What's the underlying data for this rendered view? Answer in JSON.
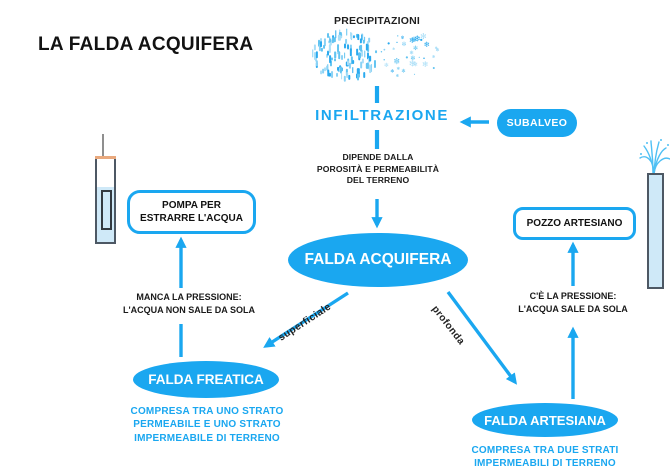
{
  "title": "LA FALDA ACQUIFERA",
  "colors": {
    "accent_blue": "#1aa7f0",
    "text_dark": "#1a1a1a",
    "water_light": "#cfe9f8",
    "band_orange": "#e9a97e"
  },
  "precipitation": {
    "label": "PRECIPITAZIONI"
  },
  "infiltration": {
    "label": "INFILTRAZIONE",
    "subalveo_label": "SUBALVEO",
    "note_lines": [
      "DIPENDE DALLA",
      "POROSITÀ E PERMEABILITÀ",
      "DEL TERRENO"
    ]
  },
  "aquifer": {
    "label": "FALDA ACQUIFERA"
  },
  "branches": {
    "left_label": "superficiale",
    "right_label": "profonda"
  },
  "freatica": {
    "label": "FALDA FREATICA",
    "description_lines": [
      "COMPRESA TRA UNO STRATO",
      "PERMEABILE E UNO STRATO",
      "IMPERMEABILE DI TERRENO"
    ],
    "pressure_lines": [
      "MANCA LA PRESSIONE:",
      "L'ACQUA NON SALE DA SOLA"
    ],
    "pump_box_lines": [
      "POMPA PER",
      "ESTRARRE L'ACQUA"
    ]
  },
  "artesiana": {
    "label": "FALDA ARTESIANA",
    "description_lines": [
      "COMPRESA TRA DUE STRATI",
      "IMPERMEABILI DI TERRENO"
    ],
    "pressure_lines": [
      "C'È LA PRESSIONE:",
      "L'ACQUA SALE DA SOLA"
    ],
    "well_box_label": "POZZO ARTESIANO"
  },
  "icons": {
    "rain": "rain-cloud-icon",
    "snow": "snow-cloud-icon",
    "pump_well": "pump-well-icon",
    "artesian_well": "artesian-well-icon",
    "snowflake_glyphs": [
      "❄",
      "✻",
      "•"
    ],
    "dash_colors": [
      "#a9def7",
      "#62c4f1",
      "#2aaaef",
      "#8ad2f5"
    ]
  }
}
